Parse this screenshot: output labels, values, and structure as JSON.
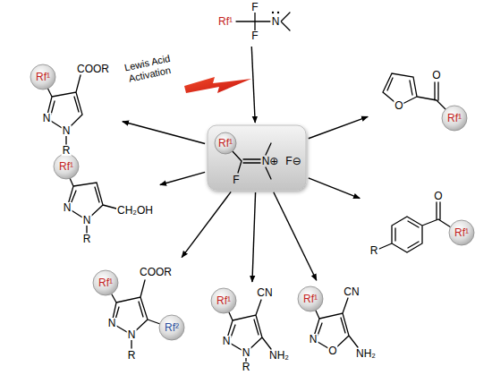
{
  "diagram": {
    "nodes": [
      {
        "text": [
          "Rf¹",
          "F",
          "N",
          "F"
        ]
      },
      {
        "text": [
          "Rf¹",
          "F",
          "N⊕",
          "F⊖"
        ]
      },
      {
        "text": [
          "Rf¹",
          "COOR",
          "N",
          "N",
          "R"
        ]
      },
      {
        "text": [
          "O",
          "O",
          "Rf¹"
        ]
      },
      {
        "text": [
          "Rf¹",
          "N",
          "N",
          "CH₂OH",
          "R"
        ]
      },
      {
        "text": [
          "O",
          "R",
          "Rf¹"
        ]
      },
      {
        "text": [
          "COOR",
          "Rf¹",
          "N",
          "N",
          "Rf²",
          "R"
        ]
      },
      {
        "text": [
          "Rf¹",
          "CN",
          "N",
          "N",
          "NH₂",
          "R"
        ]
      },
      {
        "text": [
          "Rf¹",
          "CN",
          "N",
          "O",
          "NH₂"
        ]
      }
    ],
    "edges": [
      {
        "from": 0,
        "to": 1,
        "arrow": "to"
      },
      {
        "from": 1,
        "to": 2,
        "arrow": "to"
      },
      {
        "from": 1,
        "to": 3,
        "arrow": "to"
      },
      {
        "from": 1,
        "to": 4,
        "arrow": "to"
      },
      {
        "from": 1,
        "to": 5,
        "arrow": "to"
      },
      {
        "from": 1,
        "to": 6,
        "arrow": "to"
      },
      {
        "from": 1,
        "to": 7,
        "arrow": "to"
      },
      {
        "from": 1,
        "to": 8,
        "arrow": "to"
      }
    ],
    "labels": [
      "Lewis Acid Activation"
    ]
  }
}
